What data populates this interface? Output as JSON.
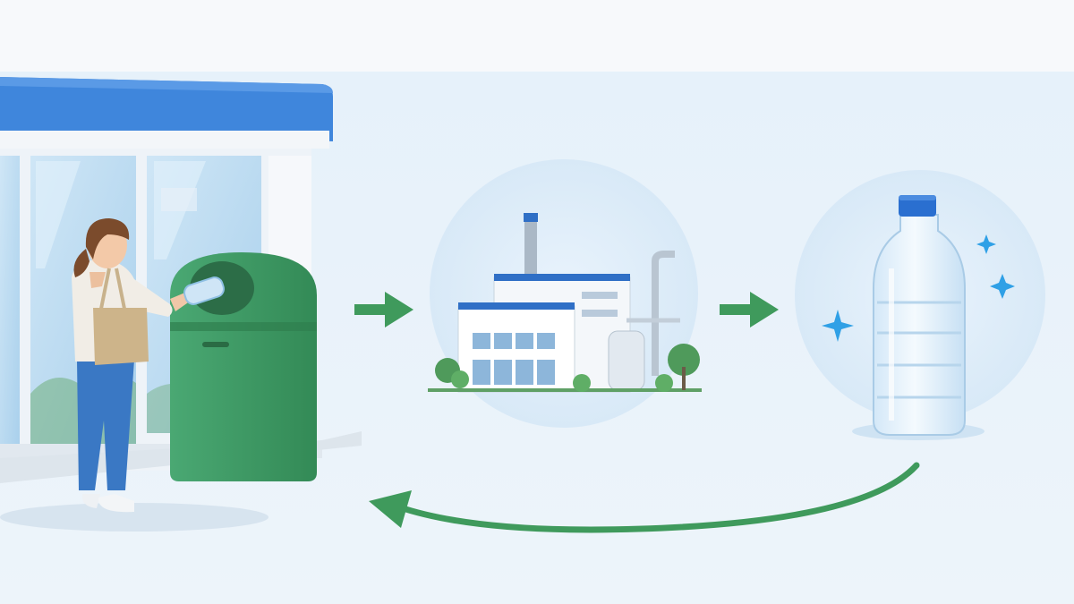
{
  "scene": {
    "steps": [
      {
        "id": "collect",
        "icon": "recycling-bin-icon"
      },
      {
        "id": "process",
        "icon": "factory-icon"
      },
      {
        "id": "renew",
        "icon": "bottle-icon"
      }
    ],
    "flow": {
      "forward_arrows": 2,
      "return_arrow": "curved-return-arrow"
    },
    "colors": {
      "background_top": "#f7f9fb",
      "background_panel": "#e6f1fa",
      "store_roof": "#3f86dc",
      "bin_green": "#3c9a62",
      "arrow_green": "#3f9a5c",
      "factory_trim": "#2f6fc6",
      "bottle_cap": "#2a6fd0",
      "sparkle": "#2fa0e6"
    }
  }
}
